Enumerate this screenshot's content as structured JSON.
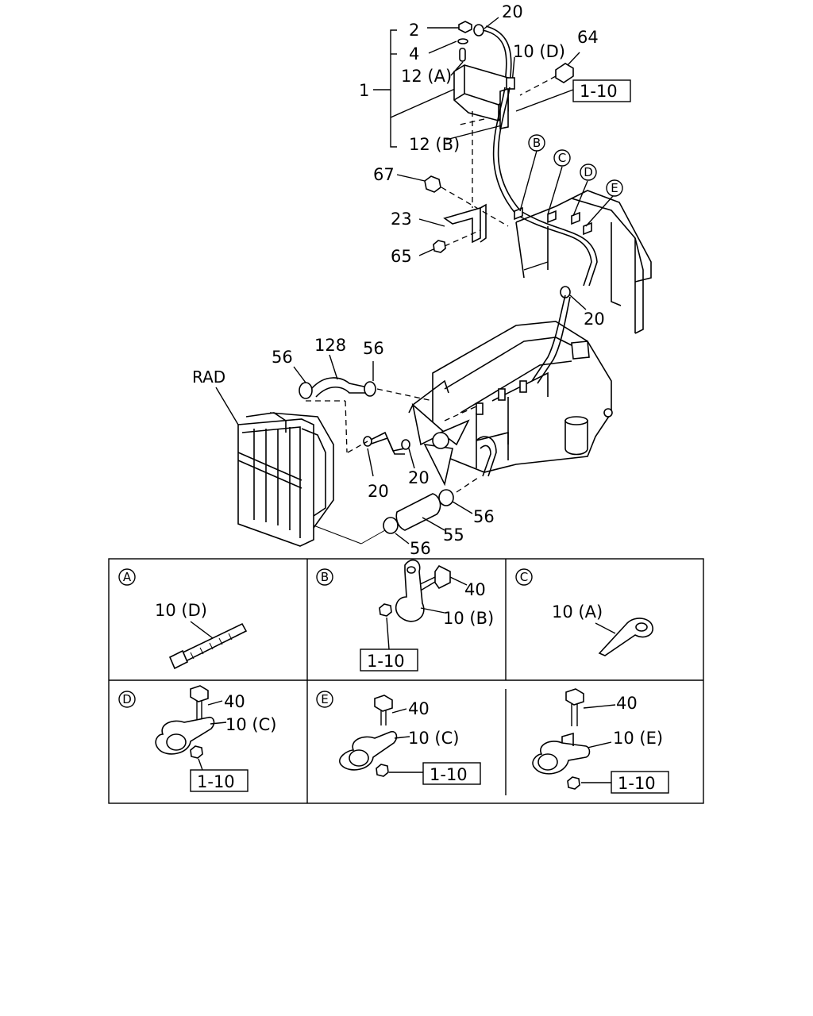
{
  "diagram": {
    "main_labels": {
      "l1": "1",
      "l2": "2",
      "l4": "4",
      "l12a": "12 (A)",
      "l12b": "12 (B)",
      "l20_top": "20",
      "l10d_top": "10 (D)",
      "l64": "64",
      "ref_top": "1-10",
      "l67": "67",
      "l23": "23",
      "l65": "65",
      "l20_right": "20",
      "l128": "128",
      "l56_a": "56",
      "l56_b": "56",
      "rad": "RAD",
      "l20_mid_a": "20",
      "l20_mid_b": "20",
      "l56_c": "56",
      "l55": "55",
      "l56_d": "56"
    },
    "callouts": {
      "B": "B",
      "C": "C",
      "D": "D",
      "E": "E"
    },
    "details": {
      "A": {
        "letter": "A",
        "part": "10 (D)"
      },
      "B": {
        "letter": "B",
        "bolt": "40",
        "part": "10 (B)",
        "ref": "1-10"
      },
      "C": {
        "letter": "C",
        "part": "10 (A)"
      },
      "D": {
        "letter": "D",
        "bolt": "40",
        "part": "10 (C)",
        "ref": "1-10"
      },
      "E": {
        "letter": "E",
        "bolt": "40",
        "part": "10 (C)",
        "ref": "1-10"
      },
      "F": {
        "bolt": "40",
        "part": "10 (E)",
        "ref": "1-10"
      }
    }
  }
}
